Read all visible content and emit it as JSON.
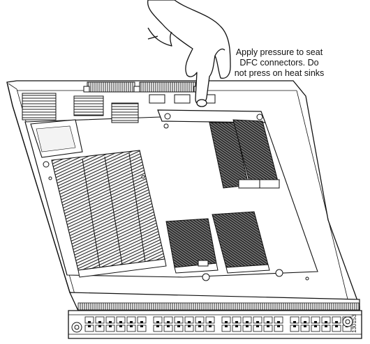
{
  "callout": {
    "lines": [
      "Apply pressure to seat",
      "DFC connectors.  Do",
      "not press on heat sinks"
    ]
  },
  "figure_id": "130153",
  "colors": {
    "ink": "#111111",
    "board": "#ffffff",
    "heatsink_dark": "#444444"
  },
  "icons": {
    "hand": "pointing-hand-icon",
    "heatsink": "heatsink-icon",
    "connector": "connector-icon"
  }
}
